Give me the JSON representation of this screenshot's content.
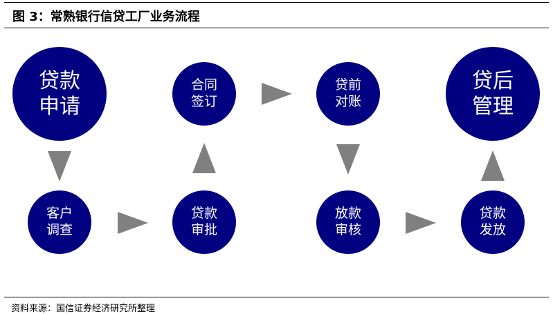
{
  "title": "图 3：常熟银行信贷工厂业务流程",
  "source": "资料来源：国信证券经济研究所整理",
  "steps": [
    {
      "l1": "贷款",
      "l2": "申请"
    },
    {
      "l1": "客户",
      "l2": "调查"
    },
    {
      "l1": "贷款",
      "l2": "审批"
    },
    {
      "l1": "合同",
      "l2": "签订"
    },
    {
      "l1": "贷前",
      "l2": "对账"
    },
    {
      "l1": "放款",
      "l2": "审核"
    },
    {
      "l1": "贷款",
      "l2": "发放"
    },
    {
      "l1": "贷后",
      "l2": "管理"
    }
  ],
  "colors": {
    "circle": "#000080",
    "arrow": "#808080"
  }
}
